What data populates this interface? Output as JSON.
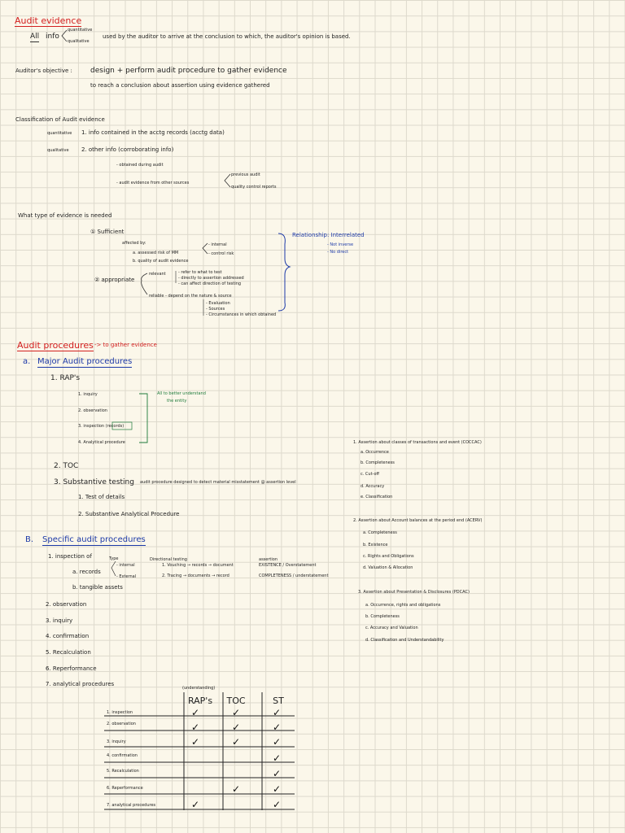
{
  "evidence": {
    "title": "Audit evidence",
    "def_all": "All",
    "def_info": "info",
    "def_quant": "quantitative",
    "def_qual": "qualitative",
    "def_text": "used by the auditor to arrive at the conclusion to which, the auditor's opinion is based."
  },
  "objective": {
    "label": "Auditor's objective :",
    "line1": "design + perform audit procedure to gather evidence",
    "line2": "to reach a conclusion about    assertion using evidence gathered"
  },
  "classification": {
    "title": "Classification of Audit evidence",
    "q1_tag": "quantitative",
    "q1_text": "1. info contained in the acctg records (acctg data)",
    "q2_tag": "qualitative",
    "q2_text": "2. other info (corroborating info)",
    "sub1": "- obtained during audit",
    "sub2": "- audit evidence from other sources",
    "src_a": "previous audit",
    "src_b": "quality control reports"
  },
  "type_needed": {
    "title": "What type of evidence is needed",
    "sufficient": "① Sufficient",
    "affected_by": "affected by:",
    "a": "a. assessed risk of MM",
    "b": "b. quality of audit evidence",
    "risk_int": "- internal",
    "risk_ctrl": "- control risk",
    "appropriate": "② appropriate",
    "relevant": "relevant",
    "rel1": "- refer to what to test",
    "rel2": "- directly to assertion addressed",
    "rel3": "- can affect direction of testing",
    "reliable": "reliable - depend on the nature & source",
    "rel_b1": "- Evaluation",
    "rel_b2": "- Sources",
    "rel_b3": "- Circumstances in which obtained",
    "relationship": "Relationship: Interrelated",
    "rel_not": "- Not    inverse",
    "rel_no": "- No    direct"
  },
  "procedures": {
    "title": "Audit procedures",
    "title_note": "-> to gather evidence",
    "a_label": "a.",
    "a_title": "Major Audit procedures",
    "rap": "1. RAP's",
    "rap_items": [
      "1. inquiry",
      "2. observation",
      "3. inspection (records)",
      "4. Analytical procedure"
    ],
    "rap_note1": "All to better understand",
    "rap_note2": "the entity",
    "toc": "2. TOC",
    "st": "3. Substantive testing",
    "st_desc": "audit procedure designed to detect material misstatement @ assertion level",
    "st_1": "1. Test of details",
    "st_2": "2. Substantive Analytical Procedure",
    "b_label": "B.",
    "b_title": "Specific audit procedures",
    "insp": "1. inspection  of",
    "type_lbl": "Type",
    "type_int": "- internal",
    "type_ext": "- External",
    "records": "a. records",
    "tangible": "b. tangible assets",
    "dir_lbl": "Directional testing",
    "vouching": "1. Vouching  → records → document",
    "tracing": "2. Tracing  → documents → record",
    "ass_lbl": "assertion",
    "ass_1": "EXISTENCE / Overstatement",
    "ass_2": "COMPLETENESS / understatement",
    "list": [
      "2. observation",
      "3. inquiry",
      "4. confirmation",
      "5. Recalculation",
      "6. Reperformance",
      "7. analytical procedures"
    ]
  },
  "assertions": {
    "g1": "1. Assertion about classes of transactions and event (COCCAC)",
    "g1_items": [
      "a. Occurrence",
      "b. Completeness",
      "c. Cut-off",
      "d. Accuracy",
      "e. Classification"
    ],
    "g2": "2. Assertion about Account balances at the period end (ACERV)",
    "g2_items": [
      "a. Completeness",
      "b. Existence",
      "c. Rights and Obligations",
      "d. Valuation & Allocation"
    ],
    "g3": "3. Assertion about Presentation & Disclosures (PDCAC)",
    "g3_items": [
      "a. Occurrence, rights and obligations",
      "b. Completeness",
      "c. Accuracy and Valuation",
      "d. Classification and Understandability"
    ]
  },
  "table": {
    "top_note": "(understanding)",
    "headers": [
      "RAP's",
      "TOC",
      "ST"
    ],
    "rows": [
      {
        "label": "1. inspection",
        "marks": [
          "✓",
          "✓",
          "✓"
        ]
      },
      {
        "label": "2. observation",
        "marks": [
          "✓",
          "✓",
          "✓"
        ]
      },
      {
        "label": "3. inquiry",
        "marks": [
          "✓",
          "✓",
          "✓"
        ]
      },
      {
        "label": "4. confirmation",
        "marks": [
          "",
          "",
          "✓"
        ]
      },
      {
        "label": "5. Recalculation",
        "marks": [
          "",
          "",
          "✓"
        ]
      },
      {
        "label": "6. Reperformance",
        "marks": [
          "",
          "✓",
          "✓"
        ]
      },
      {
        "label": "7. analytical procedures",
        "marks": [
          "✓",
          "",
          "✓"
        ]
      }
    ]
  }
}
